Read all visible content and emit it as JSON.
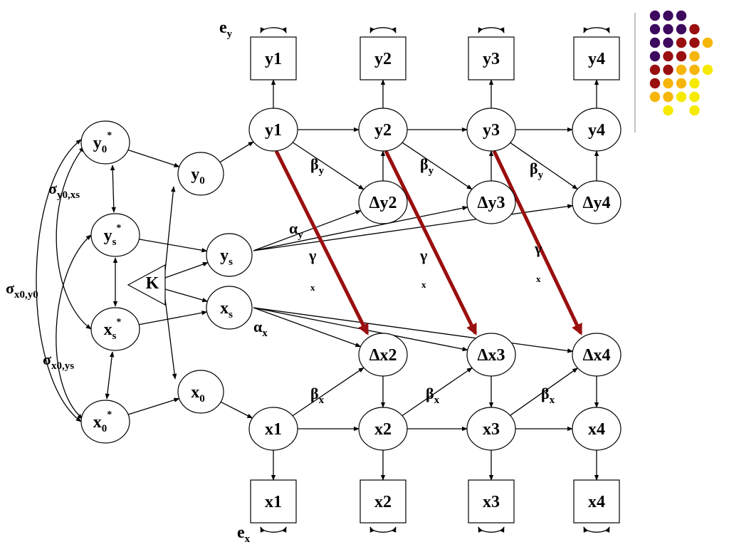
{
  "colors": {
    "edge": "#000000",
    "gamma_edge": "#9a0f0f",
    "dot_purple": "#3d0a5e",
    "dot_red": "#9a0f0f",
    "dot_orange": "#f5b50a",
    "dot_yellow": "#f6ea00"
  },
  "observed_y": [
    {
      "id": "obs-y1",
      "label": "y1"
    },
    {
      "id": "obs-y2",
      "label": "y2"
    },
    {
      "id": "obs-y3",
      "label": "y3"
    },
    {
      "id": "obs-y4",
      "label": "y4"
    }
  ],
  "observed_x": [
    {
      "id": "obs-x1",
      "label": "x1"
    },
    {
      "id": "obs-x2",
      "label": "x2"
    },
    {
      "id": "obs-x3",
      "label": "x3"
    },
    {
      "id": "obs-x4",
      "label": "x4"
    }
  ],
  "latent_y": [
    {
      "id": "lat-y1",
      "label": "y1"
    },
    {
      "id": "lat-y2",
      "label": "y2"
    },
    {
      "id": "lat-y3",
      "label": "y3"
    },
    {
      "id": "lat-y4",
      "label": "y4"
    }
  ],
  "latent_x": [
    {
      "id": "lat-x1",
      "label": "x1"
    },
    {
      "id": "lat-x2",
      "label": "x2"
    },
    {
      "id": "lat-x3",
      "label": "x3"
    },
    {
      "id": "lat-x4",
      "label": "x4"
    }
  ],
  "delta_y": [
    {
      "id": "dy2",
      "label": "Δy2"
    },
    {
      "id": "dy3",
      "label": "Δy3"
    },
    {
      "id": "dy4",
      "label": "Δy4"
    }
  ],
  "delta_x": [
    {
      "id": "dx2",
      "label": "Δx2"
    },
    {
      "id": "dx3",
      "label": "Δx3"
    },
    {
      "id": "dx4",
      "label": "Δx4"
    }
  ],
  "factors": {
    "y0": {
      "main": "y",
      "sub": "0"
    },
    "ys": {
      "main": "y",
      "sub": "s"
    },
    "xs": {
      "main": "x",
      "sub": "s"
    },
    "x0": {
      "main": "x",
      "sub": "0"
    },
    "y0_star": {
      "main": "y",
      "sub": "0",
      "sup": "*"
    },
    "ys_star": {
      "main": "y",
      "sub": "s",
      "sup": "*"
    },
    "xs_star": {
      "main": "x",
      "sub": "s",
      "sup": "*"
    },
    "x0_star": {
      "main": "x",
      "sub": "0",
      "sup": "*"
    }
  },
  "k_label": "K",
  "error_labels": {
    "ey": {
      "main": "e",
      "sub": "y"
    },
    "ex": {
      "main": "e",
      "sub": "x"
    }
  },
  "path_labels": {
    "beta_y": {
      "main": "β",
      "sub": "y"
    },
    "beta_x": {
      "main": "β",
      "sub": "x"
    },
    "alpha_y": {
      "main": "α",
      "sub": "y"
    },
    "alpha_x": {
      "main": "α",
      "sub": "x"
    },
    "gamma": {
      "main": "γ",
      "sub": "x"
    }
  },
  "covariance_labels": {
    "sigma_y0_xs": {
      "main": "σ",
      "sub": "y0,xs"
    },
    "sigma_x0_y0": {
      "main": "σ",
      "sub": "x0,y0"
    },
    "sigma_x0_ys": {
      "main": "σ",
      "sub": "x0,ys"
    }
  }
}
